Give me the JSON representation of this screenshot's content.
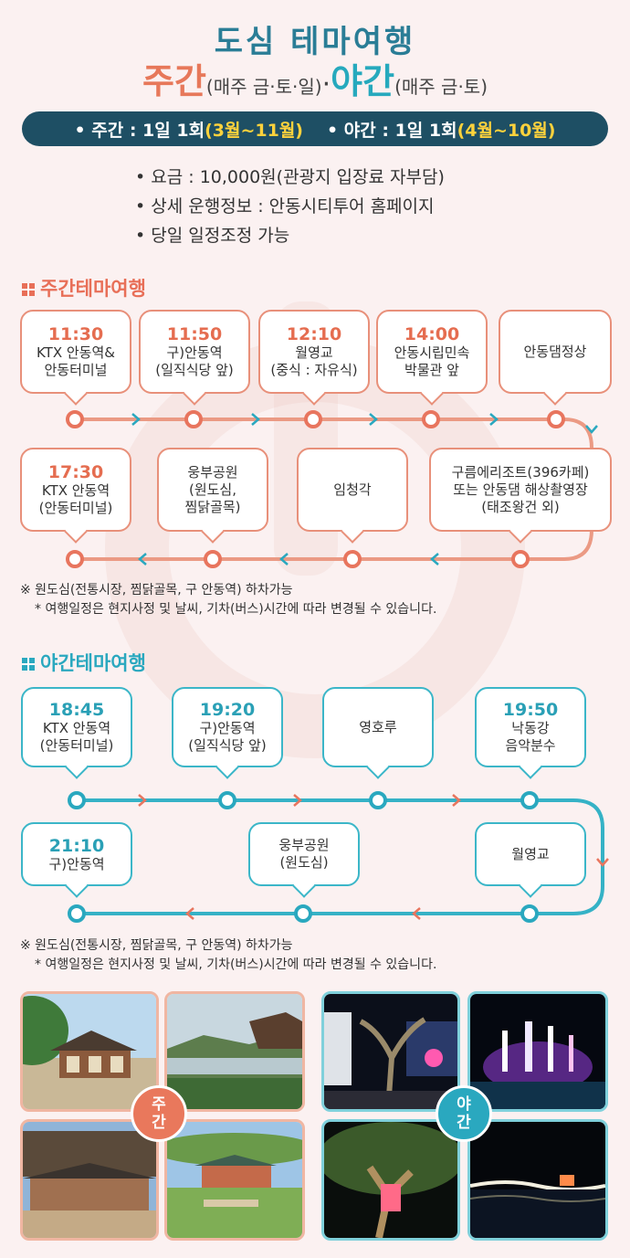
{
  "header": {
    "title": "도심 테마여행",
    "day_word": "주간",
    "day_schedule": "(매주 금·토·일)",
    "separator": "·",
    "night_word": "야간",
    "night_schedule": "(매주 금·토)"
  },
  "banner": {
    "day_prefix": "• 주간 : 1일 1회",
    "day_period": "(3월~11월)",
    "night_prefix": "• 야간 : 1일 1회",
    "night_period": "(4월~10월)"
  },
  "info": [
    "요금 : 10,000원(관광지 입장료 자부담)",
    "상세 운행정보 : 안동시티투어 홈페이지",
    "당일 일정조정 가능"
  ],
  "day_tour": {
    "heading": "주간테마여행",
    "stops_row1": [
      {
        "time": "11:30",
        "lines": [
          "KTX 안동역&",
          "안동터미널"
        ]
      },
      {
        "time": "11:50",
        "lines": [
          "구)안동역",
          "(일직식당 앞)"
        ]
      },
      {
        "time": "12:10",
        "lines": [
          "월영교",
          "(중식 : 자유식)"
        ]
      },
      {
        "time": "14:00",
        "lines": [
          "안동시립민속",
          "박물관 앞"
        ]
      },
      {
        "time": "",
        "lines": [
          "안동댐정상"
        ]
      }
    ],
    "stops_row2": [
      {
        "time": "17:30",
        "lines": [
          "KTX 안동역",
          "(안동터미널)"
        ]
      },
      {
        "time": "",
        "lines": [
          "웅부공원",
          "(원도심,",
          "찜닭골목)"
        ]
      },
      {
        "time": "",
        "lines": [
          "임청각"
        ]
      },
      {
        "time": "",
        "lines": [
          "구름에리조트(396카페)",
          "또는 안동댐 해상촬영장",
          "(태조왕건 외)"
        ]
      }
    ],
    "note1": "※ 원도심(전통시장, 찜닭골목, 구 안동역) 하차가능",
    "note2": "* 여행일정은 현지사정 및 날씨, 기차(버스)시간에 따라 변경될 수 있습니다."
  },
  "night_tour": {
    "heading": "야간테마여행",
    "stops_row1": [
      {
        "time": "18:45",
        "lines": [
          "KTX 안동역",
          "(안동터미널)"
        ]
      },
      {
        "time": "19:20",
        "lines": [
          "구)안동역",
          "(일직식당 앞)"
        ]
      },
      {
        "time": "",
        "lines": [
          "영호루"
        ]
      },
      {
        "time": "19:50",
        "lines": [
          "낙동강",
          "음악분수"
        ]
      }
    ],
    "stops_row2": [
      {
        "time": "21:10",
        "lines": [
          "구)안동역"
        ]
      },
      {
        "time": "",
        "lines": [
          "웅부공원",
          "(원도심)"
        ]
      },
      {
        "time": "",
        "lines": [
          "월영교"
        ]
      }
    ],
    "note1": "※ 원도심(전통시장, 찜닭골목, 구 안동역) 하차가능",
    "note2": "* 여행일정은 현지사정 및 날씨, 기차(버스)시간에 따라 변경될 수 있습니다."
  },
  "photos": {
    "day_badge": "주간",
    "night_badge": "야간"
  },
  "colors": {
    "day_accent": "#e86f58",
    "night_accent": "#2aa8bf",
    "banner_bg": "#1e4f64",
    "banner_highlight": "#ffd23c",
    "background": "#fbf1f1"
  }
}
